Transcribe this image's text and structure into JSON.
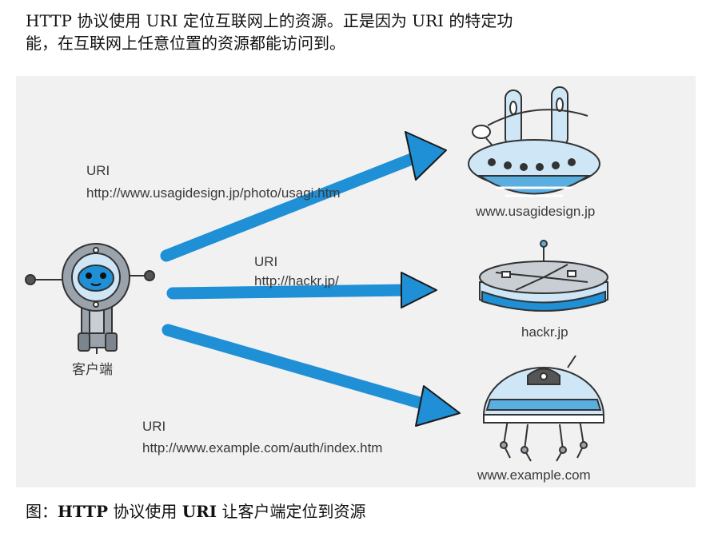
{
  "intro_line1": "HTTP 协议使用 URI 定位互联网上的资源。正是因为 URI 的特定功",
  "intro_line2": "能，在互联网上任意位置的资源都能访问到。",
  "client_label": "客户端",
  "routes": [
    {
      "uri_label": "URI",
      "url": "http://www.usagidesign.jp/photo/usagi.htm",
      "server_label": "www.usagidesign.jp"
    },
    {
      "uri_label": "URI",
      "url": "http://hackr.jp/",
      "server_label": "hackr.jp"
    },
    {
      "uri_label": "URI",
      "url": "http://www.example.com/auth/index.htm",
      "server_label": "www.example.com"
    }
  ],
  "caption": {
    "prefix": "图：",
    "part1": "HTTP",
    "part2": " 协议使用 ",
    "part3": "URI",
    "part4": " 让客户端定位到资源"
  },
  "colors": {
    "arrow": "#1f8fd6",
    "light_blue": "#cfe6f6",
    "mid_blue": "#5aaee0",
    "outline": "#333333",
    "body_gray": "#9aa3ab"
  }
}
